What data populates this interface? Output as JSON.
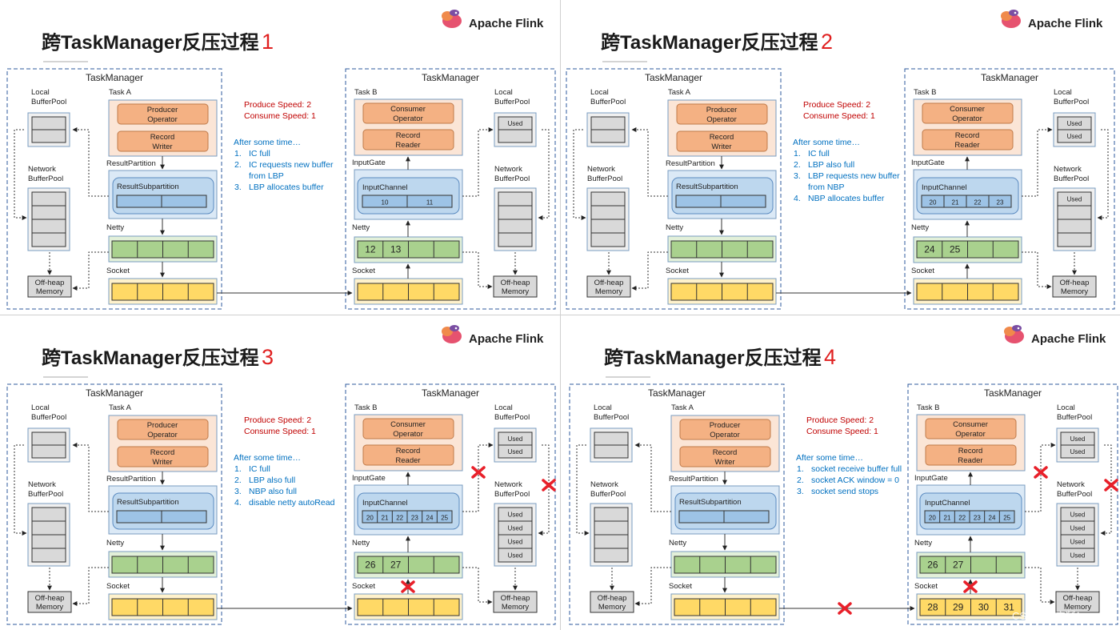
{
  "brand": "Apache Flink",
  "watermark": "CSDN @广凝^",
  "colors": {
    "title_number": "#e02020",
    "speed_text": "#c00000",
    "steps_text": "#0070c0",
    "cross": "#e8202a"
  },
  "labels": {
    "task_manager": "TaskManager",
    "task_a": "Task A",
    "task_b": "Task B",
    "local_buffer_pool_line1": "Local",
    "local_buffer_pool_line2": "BufferPool",
    "network_buffer_pool_line1": "Network",
    "network_buffer_pool_line2": "BufferPool",
    "producer_line1": "Producer",
    "producer_line2": "Operator",
    "record_writer_line1": "Record",
    "record_writer_line2": "Writer",
    "consumer_line1": "Consumer",
    "consumer_line2": "Operator",
    "record_reader_line1": "Record",
    "record_reader_line2": "Reader",
    "result_partition": "ResultPartition",
    "result_subpartition": "ResultSubpartition",
    "input_gate": "InputGate",
    "input_channel": "InputChannel",
    "netty": "Netty",
    "socket": "Socket",
    "offheap_line1": "Off-heap",
    "offheap_line2": "Memory",
    "used": "Used",
    "produce_speed": "Produce Speed:   2",
    "consume_speed": "Consume Speed:  1",
    "after_some_time": "After some time…"
  },
  "panels": [
    {
      "title": "跨TaskManager反压过程",
      "number": "1",
      "steps": [
        [
          "1.",
          "IC full"
        ],
        [
          "2.",
          "IC requests new buffer"
        ],
        [
          "",
          "from LBP"
        ],
        [
          "3.",
          "LBP allocates buffer"
        ]
      ],
      "input_channel_cells": [
        "10",
        "11"
      ],
      "netty_b_cells": [
        "12",
        "13",
        "",
        ""
      ],
      "socket_b_cells": [
        "",
        "",
        "",
        ""
      ],
      "local_bp_b_used": [
        "Used"
      ],
      "network_bp_b_used": [],
      "crosses": {
        "lbp": false,
        "nbp": false,
        "netty_socket": false,
        "socket_link": false
      }
    },
    {
      "title": "跨TaskManager反压过程",
      "number": "2",
      "steps": [
        [
          "1.",
          "IC full"
        ],
        [
          "2.",
          "LBP also full"
        ],
        [
          "3.",
          "LBP requests new buffer"
        ],
        [
          "",
          "from NBP"
        ],
        [
          "4.",
          "NBP allocates buffer"
        ]
      ],
      "input_channel_cells": [
        "20",
        "21",
        "22",
        "23"
      ],
      "netty_b_cells": [
        "24",
        "25",
        "",
        ""
      ],
      "socket_b_cells": [
        "",
        "",
        "",
        ""
      ],
      "local_bp_b_used": [
        "Used",
        "Used"
      ],
      "network_bp_b_used": [
        "Used"
      ],
      "crosses": {
        "lbp": false,
        "nbp": false,
        "netty_socket": false,
        "socket_link": false
      }
    },
    {
      "title": "跨TaskManager反压过程",
      "number": "3",
      "steps": [
        [
          "1.",
          "IC  full"
        ],
        [
          "2.",
          "LBP also full"
        ],
        [
          "3.",
          "NBP also full"
        ],
        [
          "4.",
          "disable netty autoRead"
        ]
      ],
      "input_channel_cells": [
        "20",
        "21",
        "22",
        "23",
        "24",
        "25"
      ],
      "netty_b_cells": [
        "26",
        "27",
        "",
        ""
      ],
      "socket_b_cells": [
        "",
        "",
        "",
        ""
      ],
      "local_bp_b_used": [
        "Used",
        "Used"
      ],
      "network_bp_b_used": [
        "Used",
        "Used",
        "Used",
        "Used"
      ],
      "crosses": {
        "lbp": true,
        "nbp": true,
        "netty_socket": true,
        "socket_link": false
      }
    },
    {
      "title": "跨TaskManager反压过程",
      "number": "4",
      "steps": [
        [
          "1.",
          "socket receive buffer full"
        ],
        [
          "2.",
          "socket ACK window = 0"
        ],
        [
          "3.",
          "socket send stops"
        ]
      ],
      "input_channel_cells": [
        "20",
        "21",
        "22",
        "23",
        "24",
        "25"
      ],
      "netty_b_cells": [
        "26",
        "27",
        "",
        ""
      ],
      "socket_b_cells": [
        "28",
        "29",
        "30",
        "31"
      ],
      "local_bp_b_used": [
        "Used",
        "Used"
      ],
      "network_bp_b_used": [
        "Used",
        "Used",
        "Used",
        "Used"
      ],
      "crosses": {
        "lbp": true,
        "nbp": true,
        "netty_socket": true,
        "socket_link": true
      }
    }
  ]
}
